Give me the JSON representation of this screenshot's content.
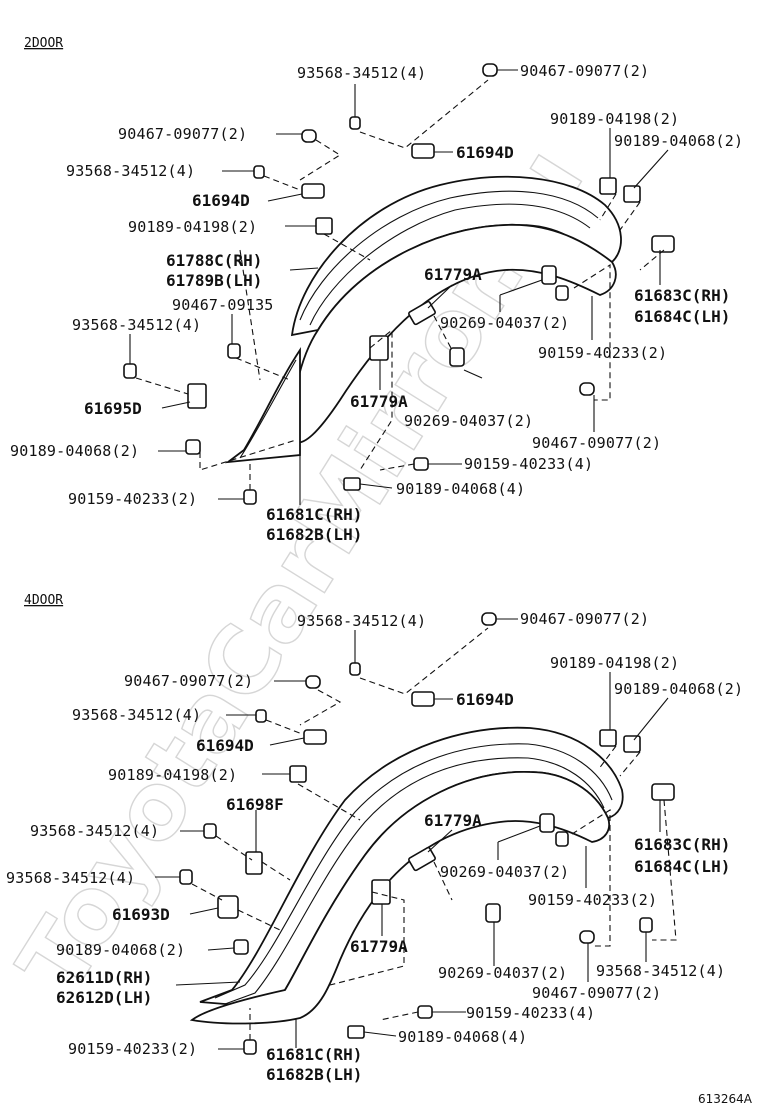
{
  "reference": "613264A",
  "watermark": "ToyotaCarMirror.ru",
  "sections": [
    {
      "title": "2DOOR",
      "labels": [
        "93568-34512(4)",
        "90467-09077(2)",
        "90467-09077(2)",
        "61694D",
        "93568-34512(4)",
        "61694D",
        "90189-04198(2)",
        "90189-04068(2)",
        "90189-04198(2)",
        "61788C(RH)",
        "61789B(LH)",
        "61779A",
        "61683C(RH)",
        "61684C(LH)",
        "90467-09135",
        "93568-34512(4)",
        "90269-04037(2)",
        "90159-40233(2)",
        "61695D",
        "61779A",
        "90269-04037(2)",
        "90467-09077(2)",
        "90189-04068(2)",
        "90159-40233(4)",
        "90189-04068(4)",
        "90159-40233(2)",
        "61681C(RH)",
        "61682B(LH)"
      ]
    },
    {
      "title": "4DOOR",
      "labels": [
        "93568-34512(4)",
        "90467-09077(2)",
        "90467-09077(2)",
        "61694D",
        "93568-34512(4)",
        "90189-04198(2)",
        "90189-04068(2)",
        "61694D",
        "90189-04198(2)",
        "61698F",
        "61779A",
        "61683C(RH)",
        "61684C(LH)",
        "93568-34512(4)",
        "90269-04037(2)",
        "93568-34512(4)",
        "90159-40233(2)",
        "61693D",
        "61779A",
        "90189-04068(2)",
        "62611D(RH)",
        "62612D(LH)",
        "90269-04037(2)",
        "93568-34512(4)",
        "90467-09077(2)",
        "90159-40233(4)",
        "90189-04068(4)",
        "90159-40233(2)",
        "61681C(RH)",
        "61682B(LH)"
      ]
    }
  ]
}
